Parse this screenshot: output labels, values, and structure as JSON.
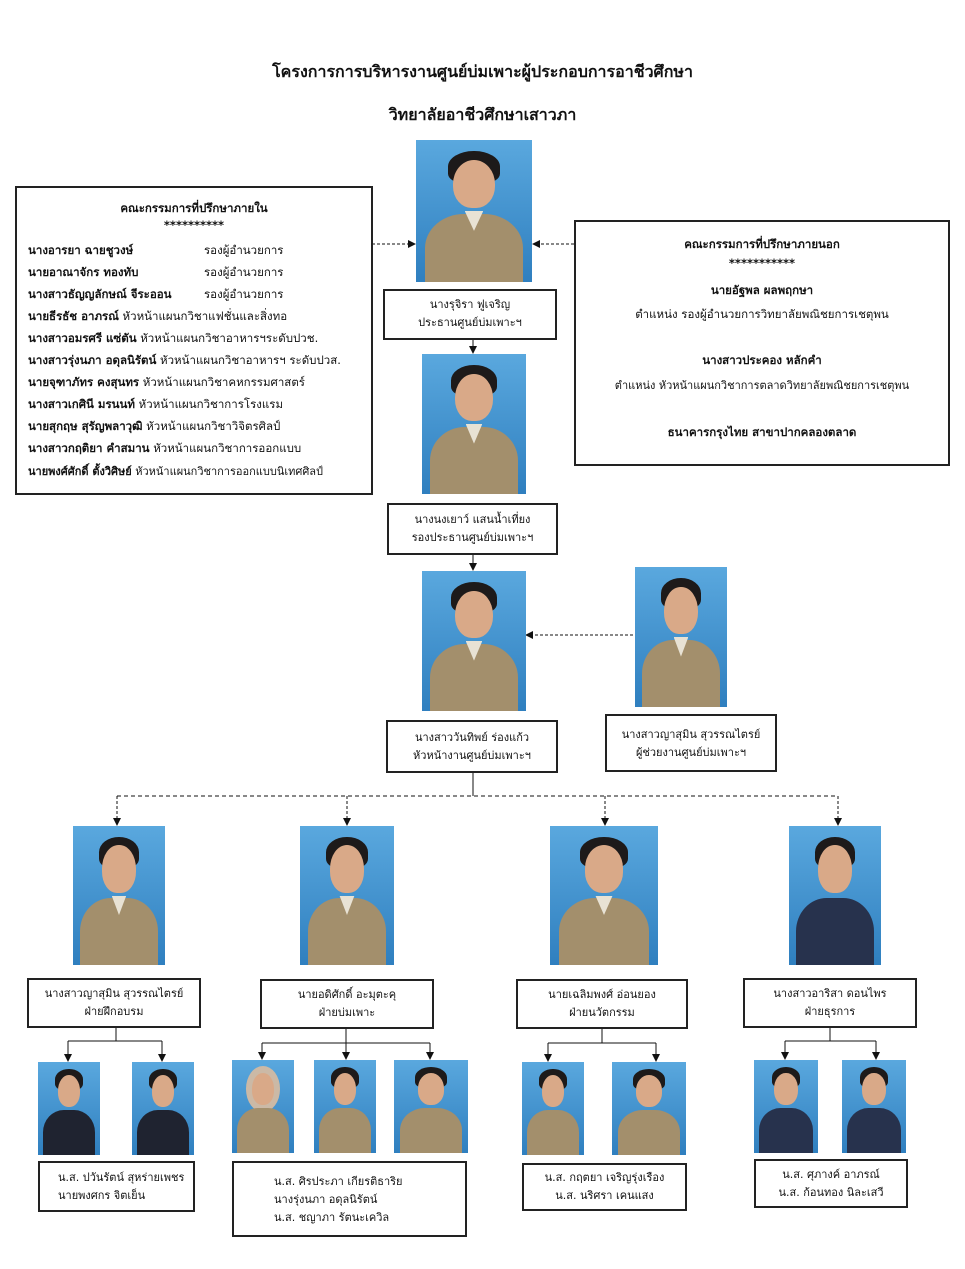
{
  "title": {
    "line1": "โครงการการบริหารงานศูนย์บ่มเพาะผู้ประกอบการอาชีวศึกษา",
    "line2": "วิทยาลัยอาชีวศึกษาเสาวภา"
  },
  "internal_committee": {
    "heading": "คณะกรรมการที่ปรึกษาภายใน",
    "stars": "**********",
    "members": [
      {
        "name": "นางอารยา ฉายชูวงษ์",
        "role": "รองผู้อำนวยการ"
      },
      {
        "name": "นายอาณาจักร ทองทับ",
        "role": "รองผู้อำนวยการ"
      },
      {
        "name": "นางสาวธัญญลักษณ์ จีระออน",
        "role": "รองผู้อำนวยการ"
      },
      {
        "name": "นายธีรธัช อาภรณ์",
        "role": "หัวหน้าแผนกวิชาแฟชั่นและสิ่งทอ"
      },
      {
        "name": "นางสาวอมรศรี แซ่ตัน",
        "role": "หัวหน้าแผนกวิชาอาหารฯระดับปวช."
      },
      {
        "name": "นางสาวรุ่งนภา อดุลนิรัตน์",
        "role": "หัวหน้าแผนกวิชาอาหารฯ ระดับปวส."
      },
      {
        "name": "นายจุฑาภัทร คงสุนทร",
        "role": "หัวหน้าแผนกวิชาคหกรรมศาสตร์"
      },
      {
        "name": "นางสาวเกศินี มรนนท์",
        "role": "หัวหน้าแผนกวิชาการโรงแรม"
      },
      {
        "name": "นายสุกฤษ สุรัญพลาวุฒิ",
        "role": "หัวหน้าแผนกวิชาวิจิตรศิลป์"
      },
      {
        "name": "นางสาวกฤติยา คำสมาน",
        "role": "หัวหน้าแผนกวิชาการออกแบบ"
      },
      {
        "name": "นายพงศ์ศักดิ์ ตั้งวิศิษย์",
        "role": "หัวหน้าแผนกวิชาการออกแบบนิเทศศิลป์"
      }
    ]
  },
  "external_committee": {
    "heading": "คณะกรรมการที่ปรึกษาภายนอก",
    "stars": "***********",
    "person1_name": "นายอัฐพล ผลพฤกษา",
    "person1_role": "ตำแหน่ง รองผู้อำนวยการวิทยาลัยพณิชยการเชตุพน",
    "person2_name": "นางสาวประคอง หลักคำ",
    "person2_role": "ตำแหน่ง หัวหน้าแผนกวิชาการตลาดวิทยาลัยพณิชยการเชตุพน",
    "bank": "ธนาคารกรุงไทย สาขาปากคลองตลาด"
  },
  "chair": {
    "name": "นางรุจิรา ฟูเจริญ",
    "role": "ประธานศูนย์บ่มเพาะฯ"
  },
  "vice_chair": {
    "name": "นางนงเยาว์ แสนน้ำเที่ยง",
    "role": "รองประธานศูนย์บ่มเพาะฯ"
  },
  "head": {
    "name": "นางสาววันทิพย์ ร่องแก้ว",
    "role": "หัวหน้างานศูนย์บ่มเพาะฯ"
  },
  "assistant": {
    "name": "นางสาวญาสุมิน สุวรรณไตรย์",
    "role": "ผู้ช่วยงานศูนย์บ่มเพาะฯ"
  },
  "divisions": [
    {
      "name": "นางสาวญาสุมิน สุวรรณไตรย์",
      "role": "ฝ่ายฝึกอบรม",
      "members": [
        "น.ส. ปวันรัตน์ สุหร่ายเพชร",
        "นายพงศกร จิตเย็น"
      ]
    },
    {
      "name": "นายอดิศักดิ์ อะมุตะคุ",
      "role": "ฝ่ายบ่มเพาะ",
      "members": [
        "น.ส. ศิรประภา เกียรติธาริย",
        "นางรุ่งนภา อดุลนิรัตน์",
        "น.ส. ชญาภา รัตนะเควิล"
      ]
    },
    {
      "name": "นายเฉลิมพงศ์ อ่อนยอง",
      "role": "ฝ่ายนวัตกรรม",
      "members": [
        "น.ส. กฤตยา เจริญรุ่งเรือง",
        "น.ส. นริศรา เคนแสง"
      ]
    },
    {
      "name": "นางสาวอาริสา ดอนไพร",
      "role": "ฝ่ายธุรการ",
      "members": [
        "น.ส. ศุภางค์ อาภรณ์",
        "น.ส. ก้อนทอง นิละเสวี"
      ]
    }
  ]
}
